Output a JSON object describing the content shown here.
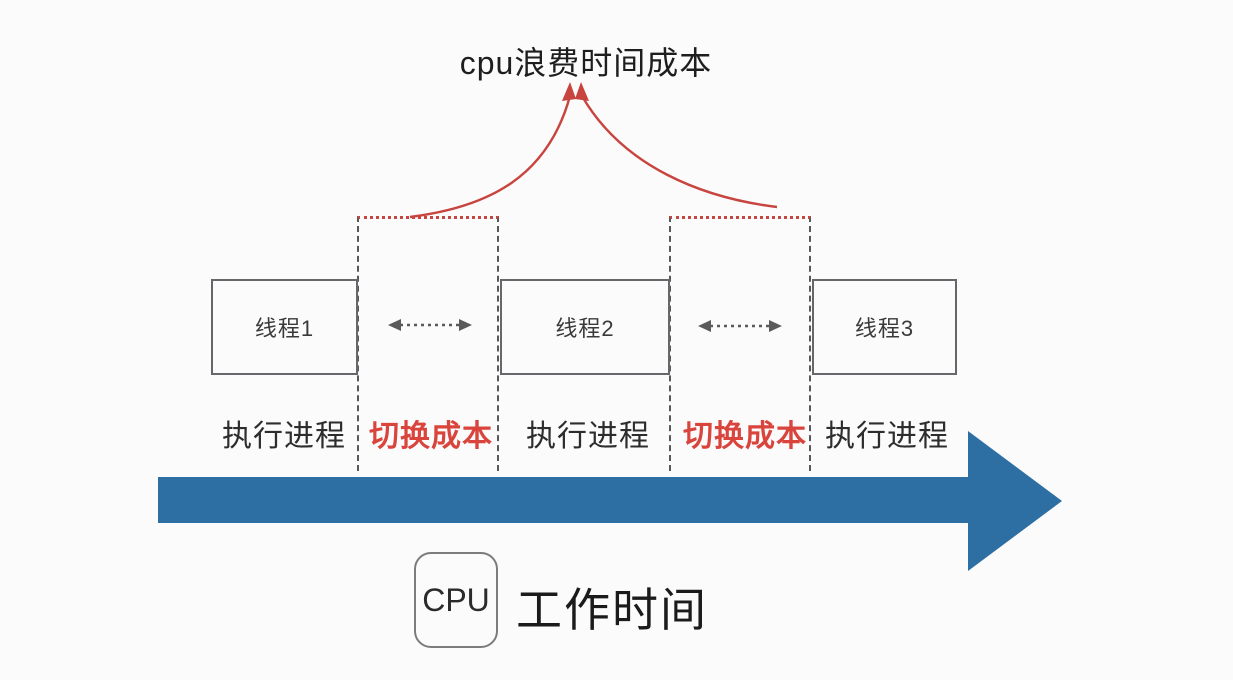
{
  "title": "cpu浪费时间成本",
  "colors": {
    "red": "#c8443e",
    "red_text": "#d9453c",
    "blue": "#2e6fa3",
    "ink": "#2d2d2d",
    "box_border": "#66676a"
  },
  "threads": [
    {
      "label": "线程1"
    },
    {
      "label": "线程2"
    },
    {
      "label": "线程3"
    }
  ],
  "phases": [
    {
      "label": "执行进程",
      "kind": "execute"
    },
    {
      "label": "切换成本",
      "kind": "switch"
    },
    {
      "label": "执行进程",
      "kind": "execute"
    },
    {
      "label": "切换成本",
      "kind": "switch"
    },
    {
      "label": "执行进程",
      "kind": "execute"
    }
  ],
  "timeline": {
    "cpu_badge": "CPU",
    "label": "工作时间"
  }
}
